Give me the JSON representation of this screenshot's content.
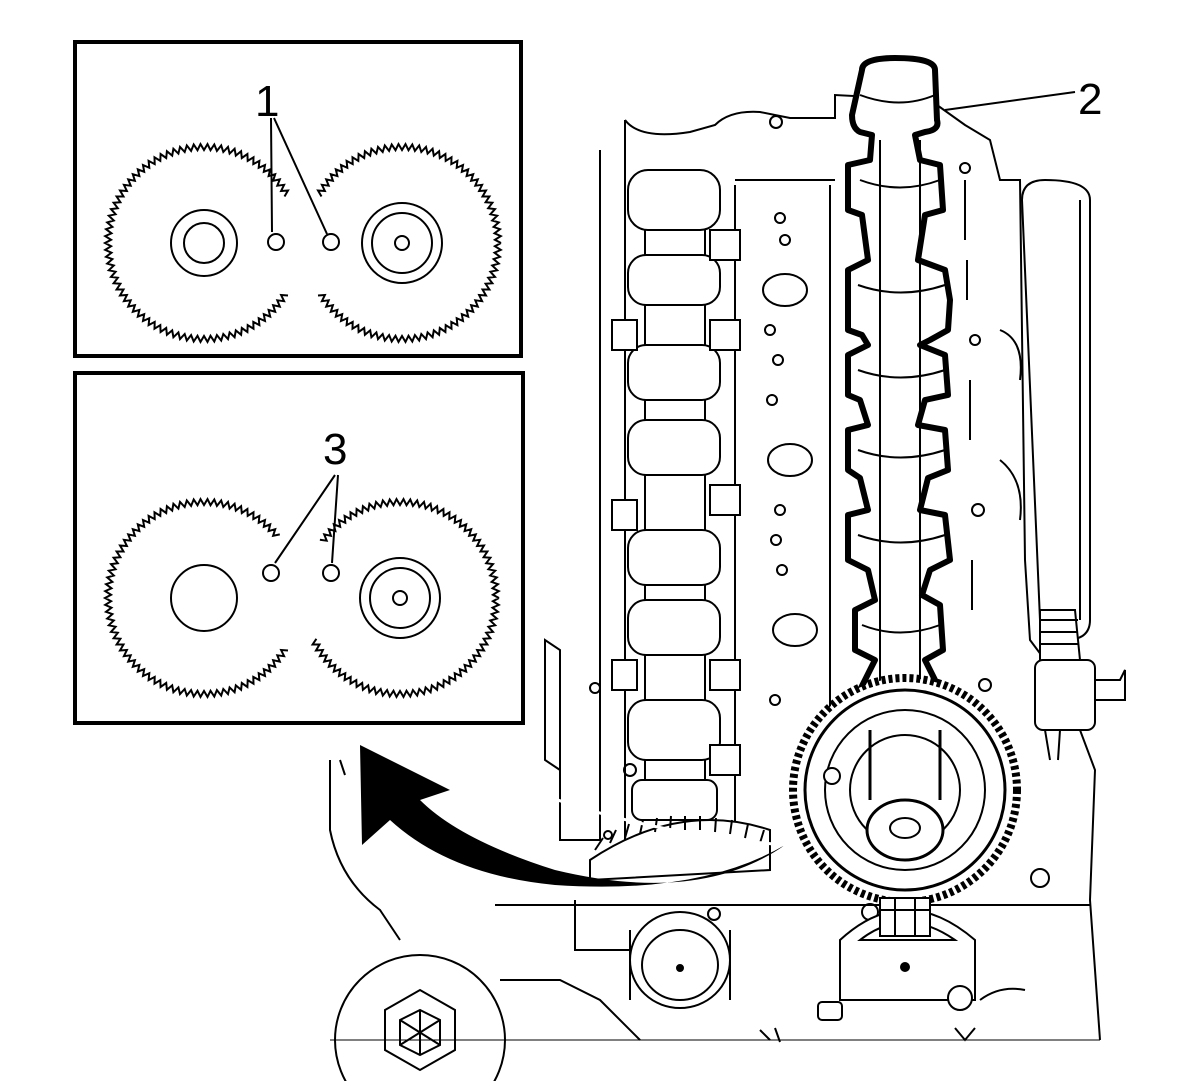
{
  "labels": {
    "callout_1": "1",
    "callout_2": "2",
    "callout_3": "3"
  },
  "colors": {
    "line": "#000000",
    "background": "#ffffff"
  }
}
